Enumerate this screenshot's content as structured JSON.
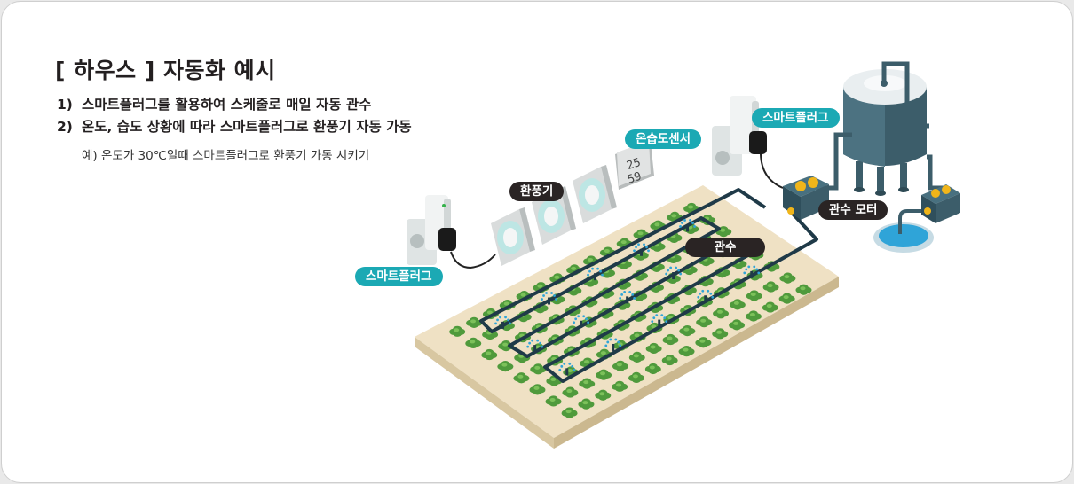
{
  "title": "[ 하우스 ] 자동화 예시",
  "steps": [
    {
      "num": "1)",
      "text": "스마트플러그를 활용하여 스케줄로 매일 자동 관수"
    },
    {
      "num": "2)",
      "text": "온도, 습도 상황에 따라 스마트플러그로 환풍기 자동 가동"
    }
  ],
  "example": "예) 온도가 30℃일때 스마트플러그로 환풍기 가동 시키기",
  "labels": {
    "smart_plug_left": "스마트플러그",
    "fan": "환풍기",
    "sensor": "온습도센서",
    "smart_plug_right": "스마트플러그",
    "irrigation_motor": "관수 모터",
    "irrigation": "관수"
  },
  "sensor_display": {
    "temperature": "25",
    "humidity": "59"
  },
  "colors": {
    "teal_label": "#1ba9b4",
    "dark_label": "#2a2424",
    "field": "#efe1c4",
    "plant": "#4f9a3c",
    "tank": "#3c5d6a",
    "water": "#2fa4d8"
  }
}
